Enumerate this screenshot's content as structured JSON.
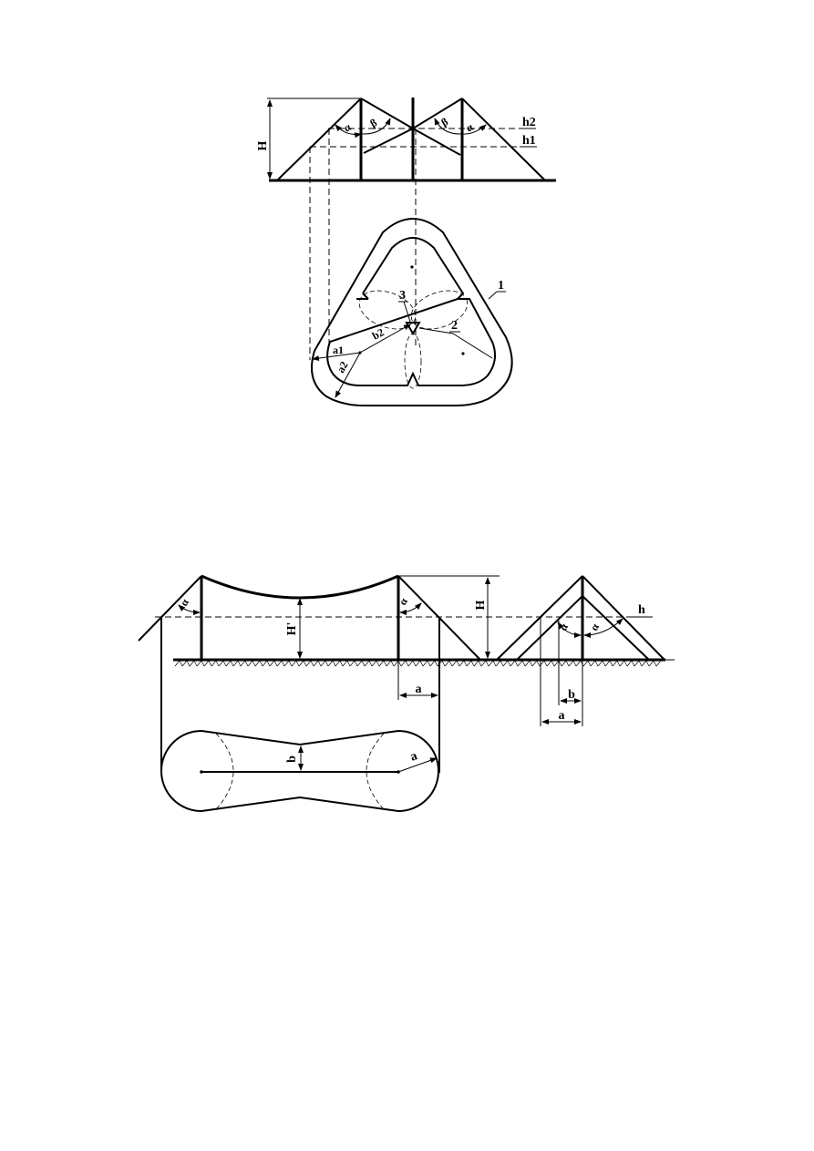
{
  "figure_top": {
    "labels": {
      "height": "H",
      "h1": "h1",
      "h2": "h2",
      "alpha": "α",
      "beta": "β"
    }
  },
  "figure_plan_triangle": {
    "labels": {
      "callout_1": "1",
      "callout_2": "2",
      "callout_3": "3",
      "a1": "a1",
      "a2": "a2",
      "b2": "b2"
    }
  },
  "figure_bottom_left": {
    "labels": {
      "alpha_left": "α",
      "alpha_right": "α",
      "h_prime": "H'",
      "height": "H",
      "a": "a"
    }
  },
  "figure_bottom_right": {
    "labels": {
      "h": "h",
      "alpha_left": "α",
      "alpha_right": "α",
      "b": "b",
      "a": "a"
    }
  },
  "figure_plan_oval": {
    "labels": {
      "b": "b",
      "a": "a"
    }
  }
}
